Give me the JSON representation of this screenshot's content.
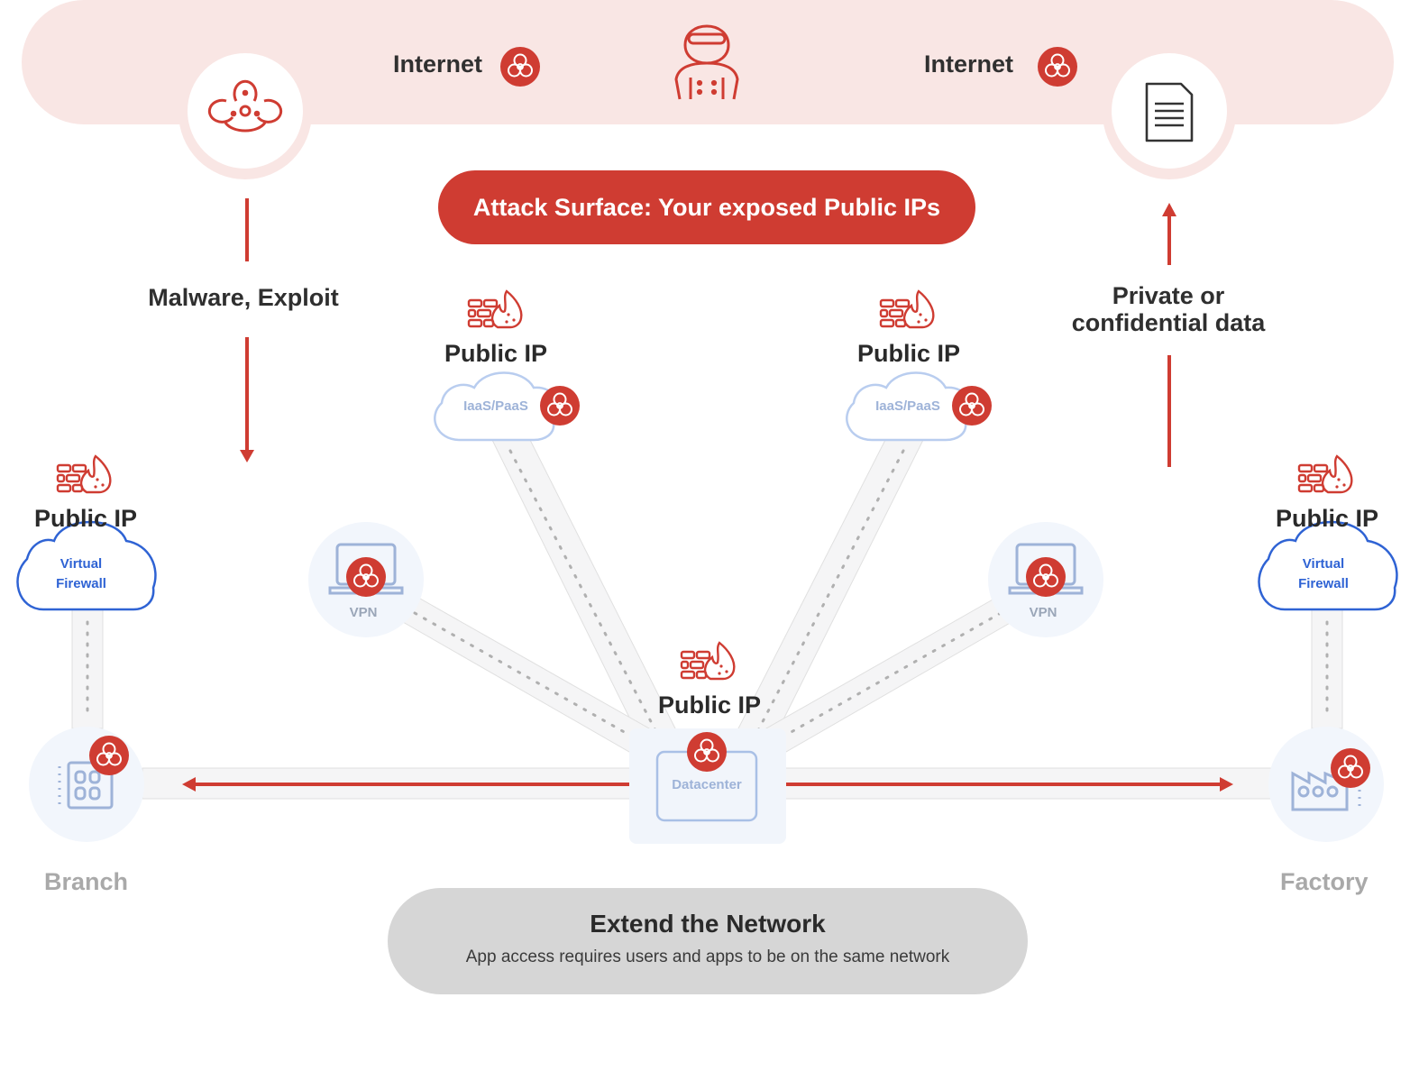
{
  "internet": {
    "left_label": "Internet",
    "right_label": "Internet"
  },
  "attack_surface": {
    "label": "Attack Surface: Your exposed Public IPs"
  },
  "threat_label": "Malware, Exploit",
  "exfil_label_line1": "Private or",
  "exfil_label_line2": "confidential data",
  "public_ip_label": "Public IP",
  "branch": {
    "label": "Branch",
    "cloud_line1": "Virtual",
    "cloud_line2": "Firewall"
  },
  "factory": {
    "label": "Factory",
    "cloud_line1": "Virtual",
    "cloud_line2": "Firewall"
  },
  "cloud_left": {
    "label": "IaaS/PaaS"
  },
  "cloud_right": {
    "label": "IaaS/PaaS"
  },
  "vpn_left": {
    "label": "VPN"
  },
  "vpn_right": {
    "label": "VPN"
  },
  "datacenter": {
    "label": "Datacenter"
  },
  "extend": {
    "title": "Extend the Network",
    "subtitle": "App access requires users and apps to be on the same network"
  },
  "colors": {
    "accent_red": "#cf3c32",
    "banner_pink": "#f9e6e4",
    "link_blue": "#2f63d4",
    "muted_blue": "#9eb3d8",
    "gray_pill": "#d6d6d6"
  },
  "icons": [
    "biohazard-icon",
    "hacker-icon",
    "document-icon",
    "firewall-icon",
    "laptop-icon",
    "building-icon",
    "factory-icon"
  ]
}
